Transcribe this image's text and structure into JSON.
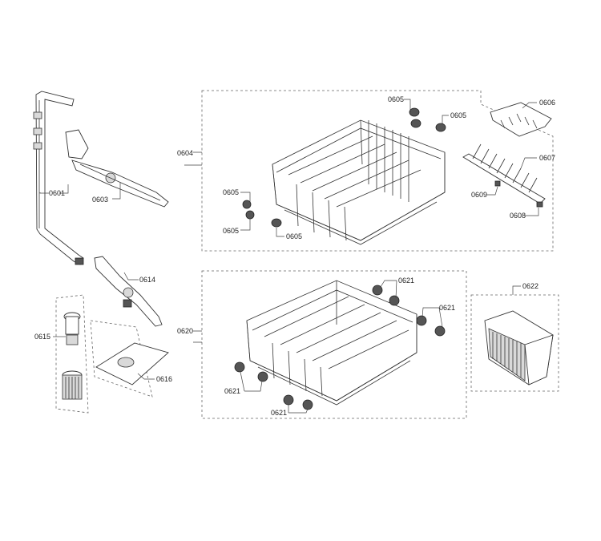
{
  "labels": {
    "l0601": "0601",
    "l0603": "0603",
    "l0604": "0604",
    "l0605a": "0605",
    "l0605b": "0605",
    "l0605c": "0605",
    "l0605d": "0605",
    "l0605e": "0605",
    "l0606": "0606",
    "l0607": "0607",
    "l0608": "0608",
    "l0609": "0609",
    "l0614": "0614",
    "l0615": "0615",
    "l0616": "0616",
    "l0620": "0620",
    "l0621a": "0621",
    "l0621b": "0621",
    "l0621c": "0621",
    "l0621d": "0621",
    "l0622": "0622"
  }
}
